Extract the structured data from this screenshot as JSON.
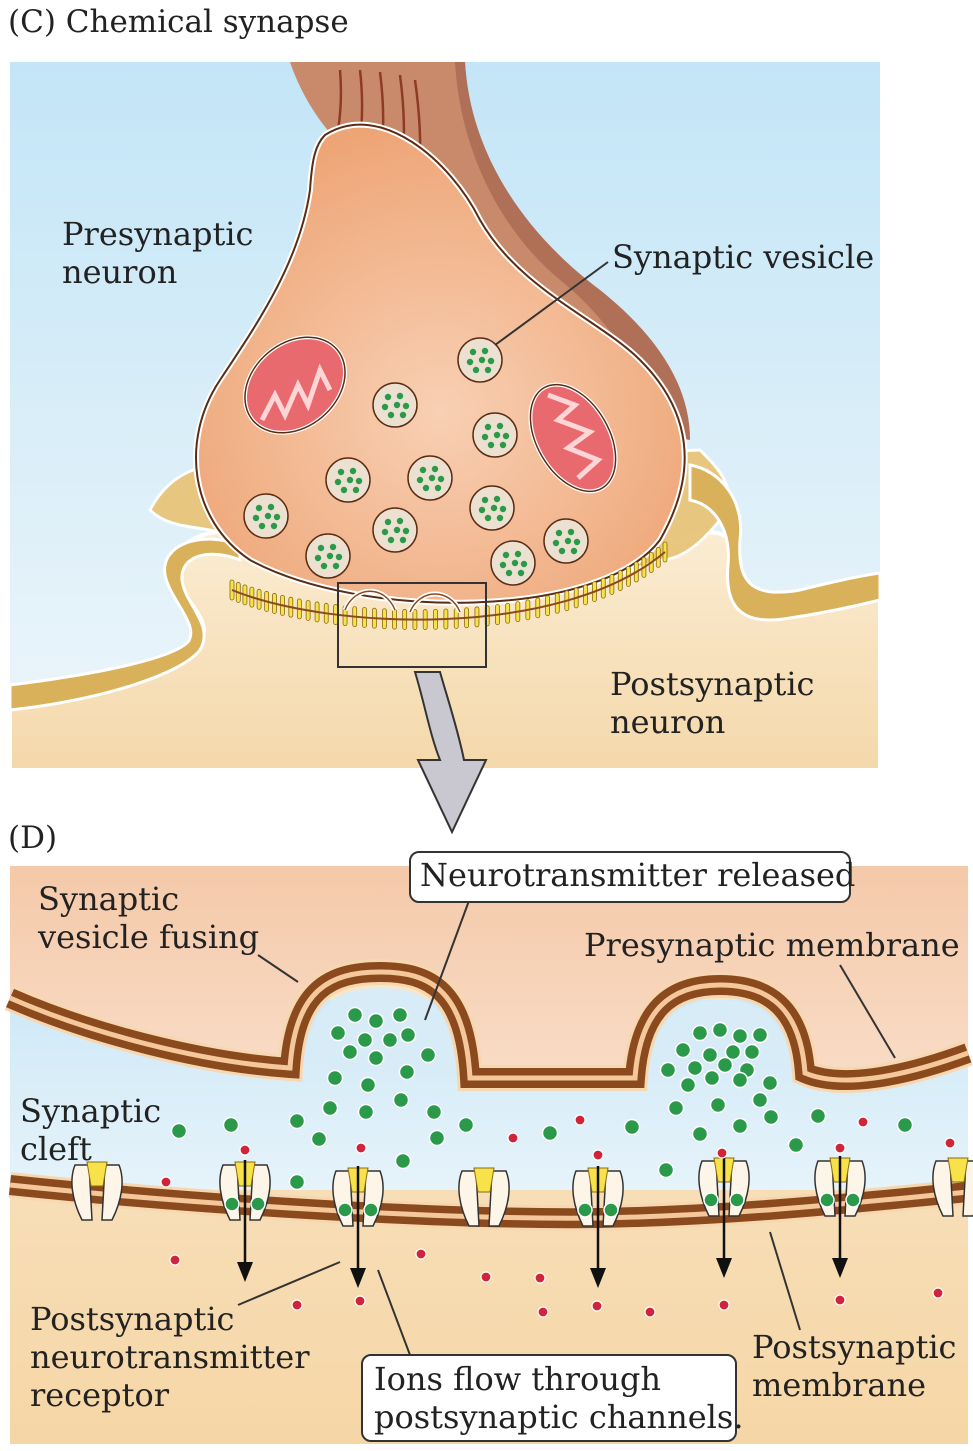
{
  "panel_c": {
    "title": "(C)  Chemical synapse",
    "presynaptic_label": [
      "Presynaptic",
      "neuron"
    ],
    "vesicle_label": "Synaptic vesicle",
    "postsynaptic_label": [
      "Postsynaptic",
      "neuron"
    ]
  },
  "panel_d": {
    "title": "(D)",
    "vesicle_fusing_label": [
      "Synaptic",
      "vesicle fusing"
    ],
    "released_label": "Neurotransmitter released",
    "presynaptic_membrane_label": "Presynaptic membrane",
    "cleft_label": [
      "Synaptic",
      "cleft"
    ],
    "receptor_label": [
      "Postsynaptic",
      "neurotransmitter",
      "receptor"
    ],
    "ion_flow_label": [
      "Ions flow through",
      "postsynaptic channels."
    ],
    "postsynaptic_membrane_label": [
      "Postsynaptic",
      "membrane"
    ]
  },
  "colors": {
    "sky_top": "#c5e6f7",
    "sky_bottom": "#e9f4fa",
    "presynaptic": "#f2b487",
    "postsynaptic": "#f8e3bf",
    "axon": "#c98a6c",
    "membrane": "#8b4a1e",
    "mito": "#e86a6f",
    "vesicle_fill": "#ece1d0",
    "neurotransmitter": "#2a9a4a",
    "ion": "#d0243b",
    "receptor": "#f7e24a",
    "cleft": "#d8ecf7"
  }
}
